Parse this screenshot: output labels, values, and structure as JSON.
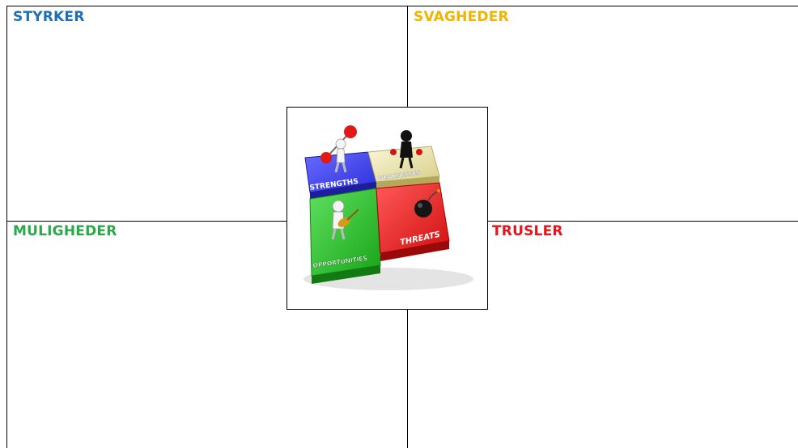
{
  "quadrants": {
    "strengths": {
      "label": "STYRKER",
      "color": "#1f6fb2"
    },
    "weaknesses": {
      "label": "SVAGHEDER",
      "color": "#f0b400"
    },
    "opportunities": {
      "label": "MULIGHEDER",
      "color": "#2aa84a"
    },
    "threats": {
      "label": "TRUSLER",
      "color": "#e3141b"
    }
  },
  "graphic": {
    "strengths_label": "STRENGTHS",
    "weaknesses_label": "WEAKNESSES",
    "opportunities_label": "OPPORTUNITIES",
    "threats_label": "THREATS"
  }
}
